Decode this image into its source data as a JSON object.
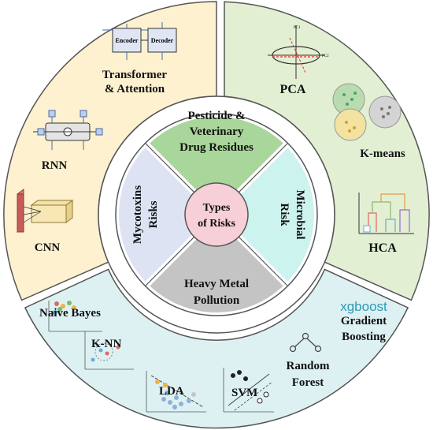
{
  "center": {
    "line1": "Types",
    "line2": "of Risks"
  },
  "risks": {
    "pesticide": {
      "line1": "Pesticide &",
      "line2": "Veterinary",
      "line3": "Drug Residues"
    },
    "microbial": {
      "line1": "Microbial",
      "line2": "Risk"
    },
    "heavy_metal": {
      "line1": "Heavy Metal",
      "line2": "Pollution"
    },
    "mycotoxins": {
      "line1": "Mycotoxins",
      "line2": "Risks"
    }
  },
  "methods": {
    "transformer": {
      "line1": "Transformer",
      "line2": "& Attention",
      "encoder": "Encoder",
      "decoder": "Decoder"
    },
    "rnn": "RNN",
    "cnn": "CNN",
    "pca": {
      "label": "PCA",
      "pc1": "PC1",
      "pc2": "PC2"
    },
    "kmeans": "K-means",
    "hca": "HCA",
    "naive_bayes": "Naive Bayes",
    "knn": "K-NN",
    "lda": "LDA",
    "svm": "SVM",
    "random_forest": {
      "line1": "Random",
      "line2": "Forest"
    },
    "xgboost": {
      "logo": "xgboost",
      "line1": "Gradient",
      "line2": "Boosting"
    }
  },
  "colors": {
    "deep_learning": "#fdf1d0",
    "unsupervised": "#e3efd3",
    "supervised": "#ddf1f3",
    "pesticide": "#a9d69a",
    "microbial": "#cdf3ef",
    "heavy_metal": "#c4c4c4",
    "mycotoxins": "#dde3f3",
    "center": "#f7cfd7",
    "xgboost": "#2a9bb8"
  }
}
